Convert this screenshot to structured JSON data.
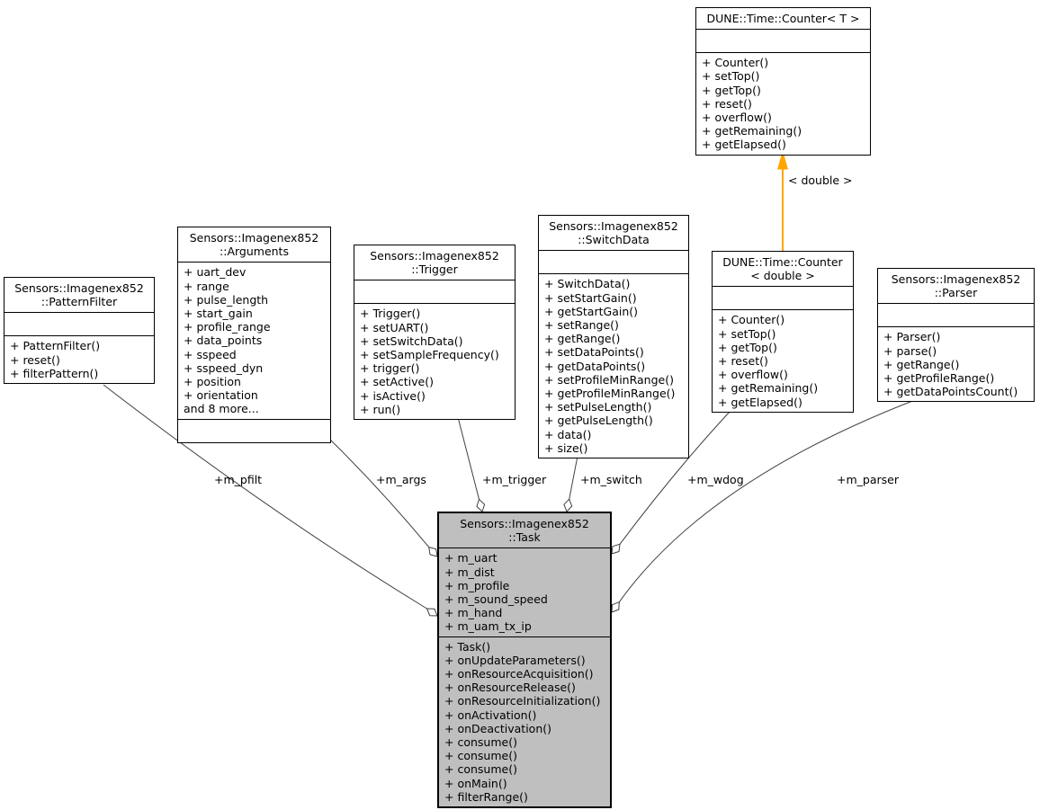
{
  "diagram": {
    "type": "uml-collaboration-diagram",
    "colors": {
      "highlight_fill": "#bfbfbf",
      "box_fill": "#ffffff",
      "border": "#000000",
      "edge": "#404040",
      "template_edge": "#ffa500"
    }
  },
  "classes": {
    "counter_t": {
      "title": "DUNE::Time::Counter< T >",
      "attributes": [],
      "methods": [
        "+ Counter()",
        "+ setTop()",
        "+ getTop()",
        "+ reset()",
        "+ overflow()",
        "+ getRemaining()",
        "+ getElapsed()"
      ]
    },
    "pattern_filter": {
      "title": "Sensors::Imagenex852\n::PatternFilter",
      "attributes": [],
      "methods": [
        "+ PatternFilter()",
        "+ reset()",
        "+ filterPattern()"
      ]
    },
    "arguments": {
      "title": "Sensors::Imagenex852\n::Arguments",
      "attributes": [
        "+ uart_dev",
        "+ range",
        "+ pulse_length",
        "+ start_gain",
        "+ profile_range",
        "+ data_points",
        "+ sspeed",
        "+ sspeed_dyn",
        "+ position",
        "+ orientation",
        "and 8 more..."
      ],
      "methods": []
    },
    "trigger": {
      "title": "Sensors::Imagenex852\n::Trigger",
      "attributes": [],
      "methods": [
        "+ Trigger()",
        "+ setUART()",
        "+ setSwitchData()",
        "+ setSampleFrequency()",
        "+ trigger()",
        "+ setActive()",
        "+ isActive()",
        "+ run()"
      ]
    },
    "switch_data": {
      "title": "Sensors::Imagenex852\n::SwitchData",
      "attributes": [],
      "methods": [
        "+ SwitchData()",
        "+ setStartGain()",
        "+ getStartGain()",
        "+ setRange()",
        "+ getRange()",
        "+ setDataPoints()",
        "+ getDataPoints()",
        "+ setProfileMinRange()",
        "+ getProfileMinRange()",
        "+ setPulseLength()",
        "+ getPulseLength()",
        "+ data()",
        "+ size()"
      ]
    },
    "counter_double": {
      "title": "DUNE::Time::Counter\n< double >",
      "attributes": [],
      "methods": [
        "+ Counter()",
        "+ setTop()",
        "+ getTop()",
        "+ reset()",
        "+ overflow()",
        "+ getRemaining()",
        "+ getElapsed()"
      ]
    },
    "parser": {
      "title": "Sensors::Imagenex852\n::Parser",
      "attributes": [],
      "methods": [
        "+ Parser()",
        "+ parse()",
        "+ getRange()",
        "+ getProfileRange()",
        "+ getDataPointsCount()"
      ]
    },
    "task": {
      "title": "Sensors::Imagenex852\n::Task",
      "attributes": [
        "+ m_uart",
        "+ m_dist",
        "+ m_profile",
        "+ m_sound_speed",
        "+ m_hand",
        "+ m_uam_tx_ip"
      ],
      "methods": [
        "+ Task()",
        "+ onUpdateParameters()",
        "+ onResourceAcquisition()",
        "+ onResourceRelease()",
        "+ onResourceInitialization()",
        "+ onActivation()",
        "+ onDeactivation()",
        "+ consume()",
        "+ consume()",
        "+ consume()",
        "+ onMain()",
        "+ filterRange()"
      ]
    }
  },
  "relationships": [
    {
      "label": "+m_pfilt",
      "from": "Sensors::Imagenex852::PatternFilter",
      "to": "Sensors::Imagenex852::Task",
      "type": "aggregation"
    },
    {
      "label": "+m_args",
      "from": "Sensors::Imagenex852::Arguments",
      "to": "Sensors::Imagenex852::Task",
      "type": "aggregation"
    },
    {
      "label": "+m_trigger",
      "from": "Sensors::Imagenex852::Trigger",
      "to": "Sensors::Imagenex852::Task",
      "type": "aggregation"
    },
    {
      "label": "+m_switch",
      "from": "Sensors::Imagenex852::SwitchData",
      "to": "Sensors::Imagenex852::Task",
      "type": "aggregation"
    },
    {
      "label": "+m_wdog",
      "from": "DUNE::Time::Counter< double >",
      "to": "Sensors::Imagenex852::Task",
      "type": "aggregation"
    },
    {
      "label": "+m_parser",
      "from": "Sensors::Imagenex852::Parser",
      "to": "Sensors::Imagenex852::Task",
      "type": "aggregation"
    },
    {
      "label": "< double >",
      "from": "DUNE::Time::Counter< double >",
      "to": "DUNE::Time::Counter< T >",
      "type": "template-instantiation"
    }
  ]
}
